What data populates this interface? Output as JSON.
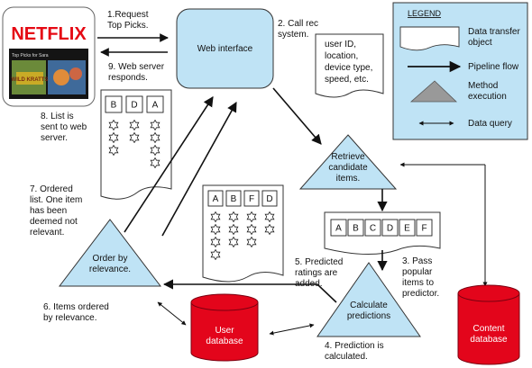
{
  "legend": {
    "title": "LEGEND",
    "items": [
      "Data transfer",
      "object",
      "Pipeline flow",
      "Method",
      "execution",
      "Data query"
    ]
  },
  "netflix": {
    "logo": "NETFLIX",
    "banner": "Top Picks for Sara",
    "poster": "WILD KRATTS",
    "accent": "#e50914"
  },
  "nodes": {
    "web_interface": "Web interface",
    "retrieve": [
      "Retrieve",
      "candidate",
      "items."
    ],
    "order": [
      "Order by",
      "relevance."
    ],
    "calculate": [
      "Calculate",
      "predictions"
    ],
    "user_db": [
      "User",
      "database"
    ],
    "content_db": [
      "Content",
      "database"
    ]
  },
  "info_doc": [
    "user ID,",
    "location,",
    "device type,",
    "speed, etc."
  ],
  "lists": {
    "ordered": [
      "B",
      "D",
      "A"
    ],
    "predicted": [
      "A",
      "B",
      "F",
      "D"
    ],
    "candidates": [
      "A",
      "B",
      "C",
      "D",
      "E",
      "F"
    ]
  },
  "steps": {
    "s1": [
      "1.Request",
      "Top Picks."
    ],
    "s2": [
      "2. Call rec",
      "system."
    ],
    "s3": [
      "3. Pass",
      "popular",
      "items to",
      "predictor."
    ],
    "s4": [
      "4. Prediction is",
      "calculated."
    ],
    "s5": [
      "5. Predicted",
      "ratings are",
      "added."
    ],
    "s6": [
      "6. Items ordered",
      "by relevance."
    ],
    "s7": [
      "7. Ordered",
      "list. One item",
      "has been",
      "deemed not",
      "relevant."
    ],
    "s8": [
      "8. List is",
      "sent to web",
      "server."
    ],
    "s9": [
      "9. Web server",
      "responds."
    ]
  },
  "colors": {
    "node_fill": "#bfe3f5",
    "database": "#e3051b",
    "legend_bg": "#bfe3f5",
    "line": "#111111"
  }
}
